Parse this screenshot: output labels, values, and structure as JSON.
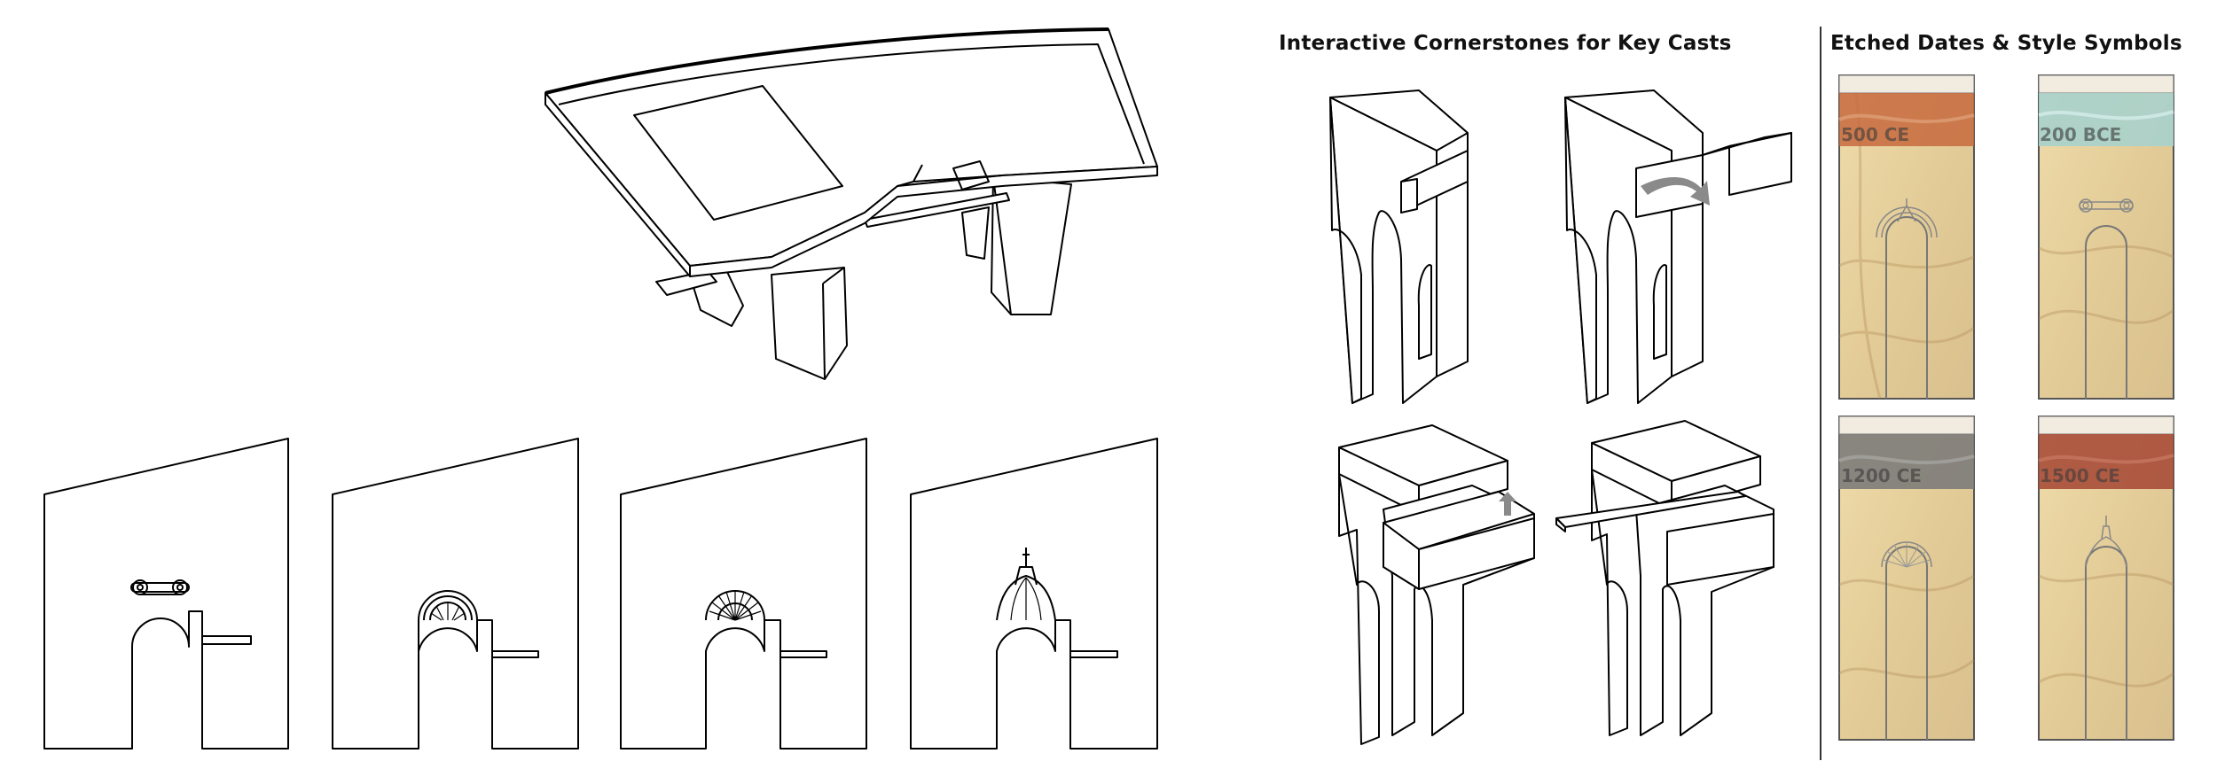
{
  "headings": {
    "cornerstones": "Interactive Cornerstones for Key Casts",
    "etched": "Etched Dates & Style Symbols"
  },
  "panels": [
    {
      "date": "500 CE",
      "band_color": "#c76a3e",
      "symbol": "arch-molding-icon"
    },
    {
      "date": "200 BCE",
      "band_color": "#a9d2cc",
      "symbol": "ionic-scroll-icon"
    },
    {
      "date": "1200 CE",
      "band_color": "#7d7c7a",
      "symbol": "rose-window-icon"
    },
    {
      "date": "1500 CE",
      "band_color": "#a84c38",
      "symbol": "dome-lantern-icon"
    }
  ],
  "colors": {
    "line": "#000000",
    "stone": "#e9d3a0",
    "arrow": "#8a8a8a"
  }
}
